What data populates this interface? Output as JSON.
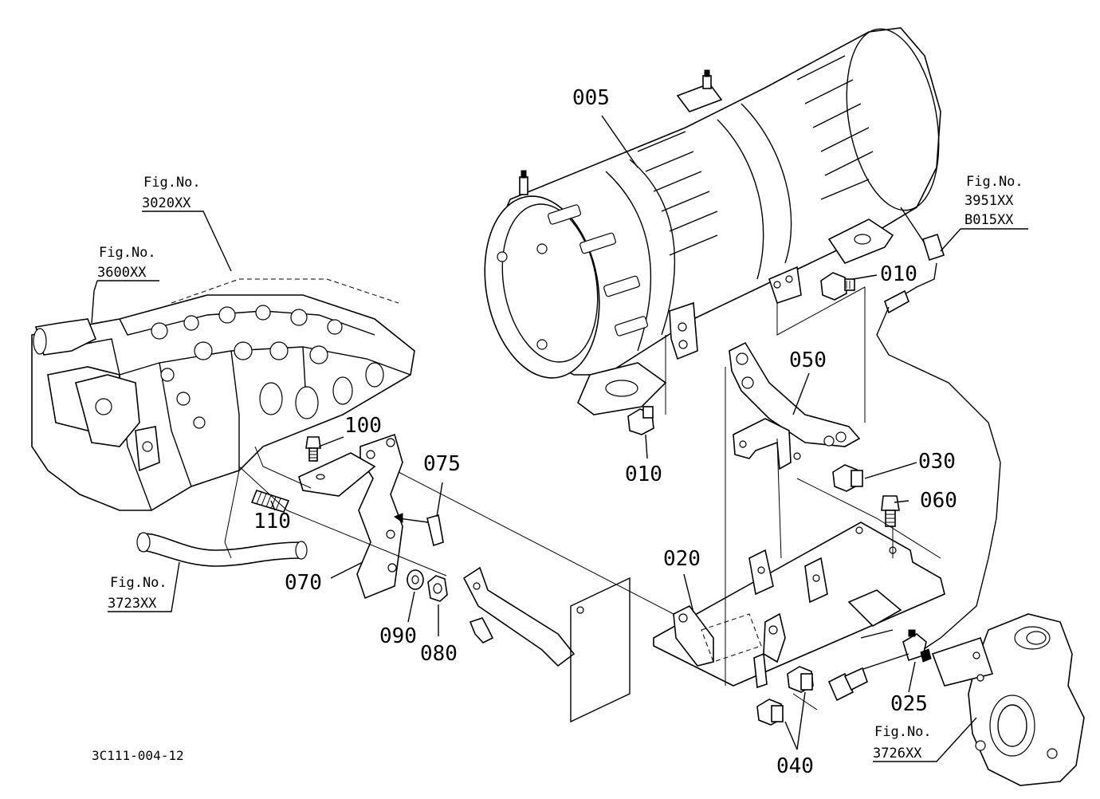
{
  "diagram": {
    "parts": [
      {
        "id": "p005",
        "label": "005"
      },
      {
        "id": "p010a",
        "label": "010"
      },
      {
        "id": "p010b",
        "label": "010"
      },
      {
        "id": "p050",
        "label": "050"
      },
      {
        "id": "p030",
        "label": "030"
      },
      {
        "id": "p060",
        "label": "060"
      },
      {
        "id": "p020",
        "label": "020"
      },
      {
        "id": "p025",
        "label": "025"
      },
      {
        "id": "p040",
        "label": "040"
      },
      {
        "id": "p100",
        "label": "100"
      },
      {
        "id": "p075",
        "label": "075"
      },
      {
        "id": "p110",
        "label": "110"
      },
      {
        "id": "p070",
        "label": "070"
      },
      {
        "id": "p090",
        "label": "090"
      },
      {
        "id": "p080",
        "label": "080"
      }
    ],
    "references": [
      {
        "id": "r3020",
        "line1": "Fig.No.",
        "line2": "3020XX"
      },
      {
        "id": "r3600",
        "line1": "Fig.No.",
        "line2": "3600XX"
      },
      {
        "id": "r3951",
        "line1": "Fig.No.",
        "line2": "3951XX",
        "line3": "B015XX"
      },
      {
        "id": "r3723",
        "line1": "Fig.No.",
        "line2": "3723XX"
      },
      {
        "id": "r3726",
        "line1": "Fig.No.",
        "line2": "3726XX"
      }
    ],
    "document_code": "3C111-004-12"
  }
}
